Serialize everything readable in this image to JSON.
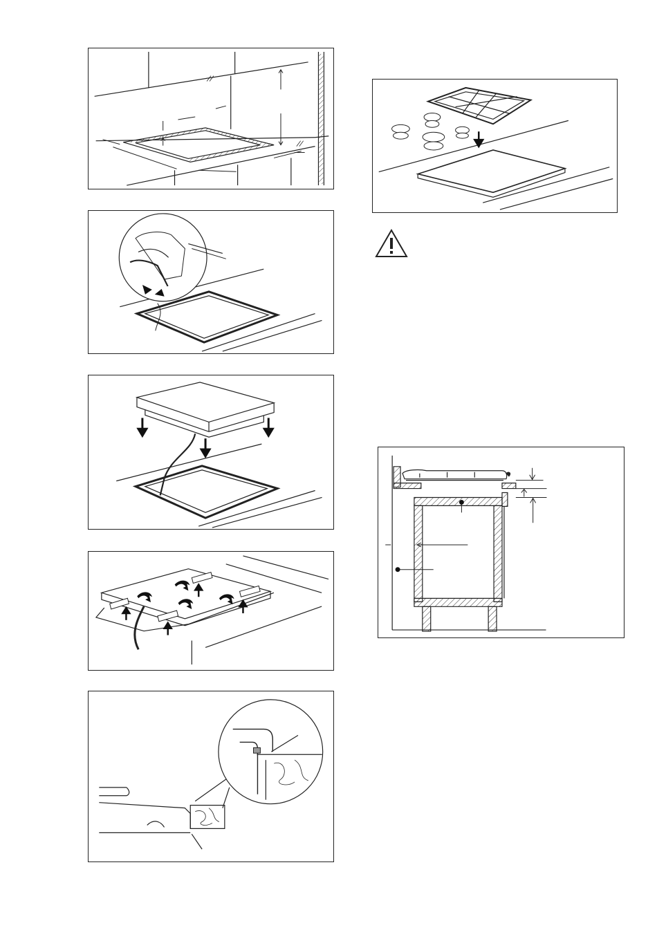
{
  "page": {
    "description_hidden": ""
  },
  "figures": [
    {
      "id": "fig-cutout-dimensions"
    },
    {
      "id": "fig-seal-application"
    },
    {
      "id": "fig-lower-hob"
    },
    {
      "id": "fig-brackets"
    },
    {
      "id": "fig-sealed-edge-detail"
    },
    {
      "id": "fig-place-grids-burners"
    },
    {
      "id": "fig-cabinet-section"
    }
  ],
  "warning": {
    "icon": "warning-triangle-icon"
  },
  "colors": {
    "line": "#222222",
    "hatch": "#444444",
    "background": "#ffffff"
  }
}
